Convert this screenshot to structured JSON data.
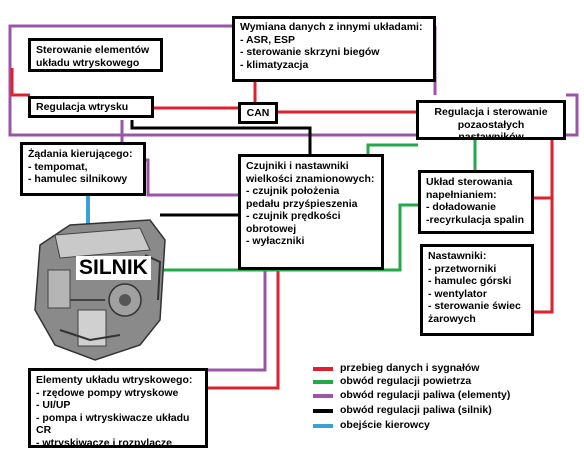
{
  "boxes": {
    "sterowanie": {
      "title": "Sterowanie elementów układu wtryskowego"
    },
    "wymiana": {
      "title": "Wymiana danych z innymi układami:",
      "items": [
        "- ASR, ESP",
        "- sterowanie skrzyni biegów",
        "- klimatyzacja"
      ]
    },
    "regulacja_wtrysku": {
      "title": "Regulacja wtrysku"
    },
    "can": {
      "title": "CAN"
    },
    "regulacja_sterowanie": {
      "title": "Regulacja i sterowanie pozaostałych nastawników"
    },
    "zadania": {
      "title": "Żądania kierującego:",
      "items": [
        "- tempomat,",
        "- hamulec silnikowy"
      ]
    },
    "czujniki": {
      "title": "Czujniki i nastawniki wielkości znamionowych:",
      "items": [
        "- czujnik położenia pedału przyśpieszenia",
        "- czujnik prędkości obrotowej",
        "- wyłaczniki"
      ]
    },
    "uklad_napelnianie": {
      "title": "Układ sterowania napełnianiem:",
      "items": [
        "- doładowanie",
        "-recyrkulacja spalin"
      ]
    },
    "nastawniki": {
      "title": "Nastawniki:",
      "items": [
        "- przetworniki",
        "- hamulec górski",
        "- wentylator",
        "- sterowanie świec żarowych"
      ]
    },
    "elementy": {
      "title": "Elementy układu wtryskowego:",
      "items": [
        "- rzędowe pompy wtryskowe",
        "- UI/UP",
        "- pompa i wtryskiwacze układu CR",
        "- wtryskiwacze i rozpylacze"
      ]
    }
  },
  "engine": {
    "label": "SILNIK"
  },
  "legend": [
    {
      "label": "przebieg danych i sygnałów",
      "color": "#e0202e"
    },
    {
      "label": "obwód regulacji powietrza",
      "color": "#23a94a"
    },
    {
      "label": "obwód regulacji paliwa (elementy)",
      "color": "#9a54a8"
    },
    {
      "label": "obwód regulacji paliwa (silnik)",
      "color": "#000000"
    },
    {
      "label": "obejście kierowcy",
      "color": "#3aa0d8"
    }
  ],
  "colors": {
    "red": "#e0202e",
    "green": "#23a94a",
    "purple": "#9a54a8",
    "black": "#000000",
    "blue": "#3aa0d8"
  }
}
